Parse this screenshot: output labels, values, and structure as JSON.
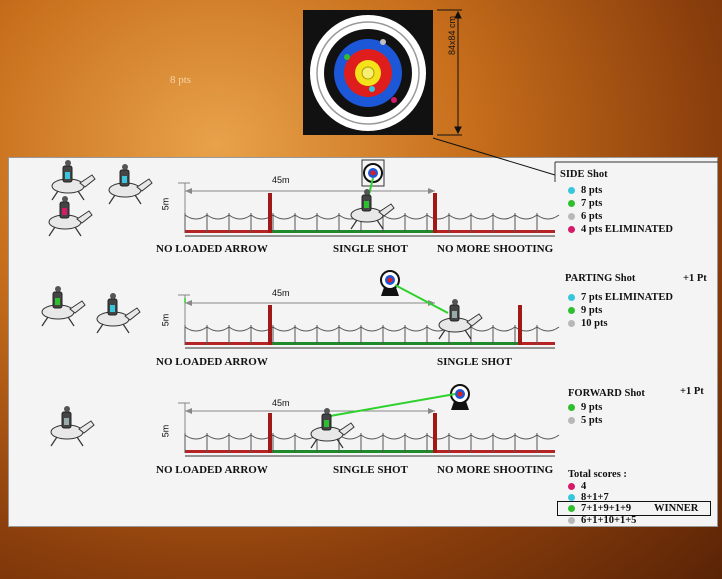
{
  "top_note": "8 pts",
  "target_dimension": "84x84 cm",
  "distance": "45m",
  "height": "5m",
  "rows": [
    {
      "zones": [
        "NO LOADED ARROW",
        "SINGLE SHOT",
        "NO MORE SHOOTING"
      ]
    },
    {
      "zones": [
        "NO LOADED ARROW",
        "SINGLE SHOT"
      ]
    },
    {
      "zones": [
        "NO LOADED ARROW",
        "SINGLE SHOT",
        "NO MORE SHOOTING"
      ]
    }
  ],
  "legend": {
    "side": {
      "title": "SIDE Shot",
      "items": [
        {
          "color": "#39c6dc",
          "text": "8 pts"
        },
        {
          "color": "#2dbf2d",
          "text": "7 pts"
        },
        {
          "color": "#b8b8b8",
          "text": "6 pts"
        },
        {
          "color": "#d61a6a",
          "text": "4 pts  ELIMINATED"
        }
      ]
    },
    "parting": {
      "title": "PARTING Shot",
      "bonus": "+1 Pt",
      "items": [
        {
          "color": "#39c6dc",
          "text": "7  pts  ELIMINATED"
        },
        {
          "color": "#2dbf2d",
          "text": "9 pts"
        },
        {
          "color": "#b8b8b8",
          "text": "10 pts"
        }
      ]
    },
    "forward": {
      "title": "FORWARD Shot",
      "bonus": "+1 Pt",
      "items": [
        {
          "color": "#2dbf2d",
          "text": "9 pts"
        },
        {
          "color": "#b8b8b8",
          "text": "5  pts"
        }
      ]
    },
    "totals": {
      "title": "Total scores :",
      "items": [
        {
          "color": "#d61a6a",
          "text": "4"
        },
        {
          "color": "#39c6dc",
          "text": "8+1+7"
        },
        {
          "color": "#2dbf2d",
          "text": "7+1+9+1+9"
        },
        {
          "color": "#b8b8b8",
          "text": "6+1+10+1+5"
        }
      ],
      "winner": "WINNER"
    }
  }
}
